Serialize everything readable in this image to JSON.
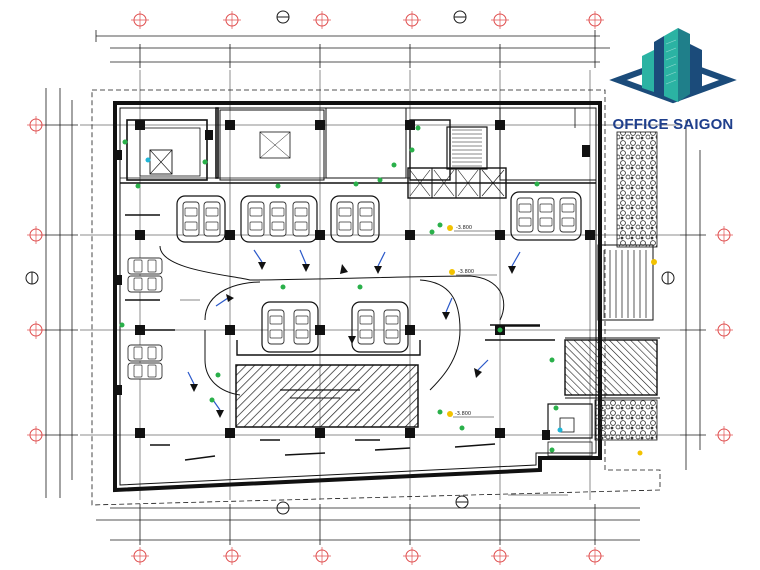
{
  "logo": {
    "name": "OFFICE SAIGON",
    "colors": {
      "primary": "#1f3f8c",
      "accent": "#2bb3a3",
      "dark": "#1b4b7a"
    }
  },
  "plan": {
    "drawing_caption": "",
    "level_tags": [
      {
        "text": "-3.800"
      },
      {
        "text": "-3.800"
      },
      {
        "text": "-3.800"
      }
    ],
    "colors": {
      "lines": "#1a1a1a",
      "grid_markers": "#e05050",
      "markers_green": "#2ab04a",
      "markers_yellow": "#f2c200",
      "markers_cyan": "#20b5d6",
      "arrows_blue": "#2a58c9"
    }
  }
}
